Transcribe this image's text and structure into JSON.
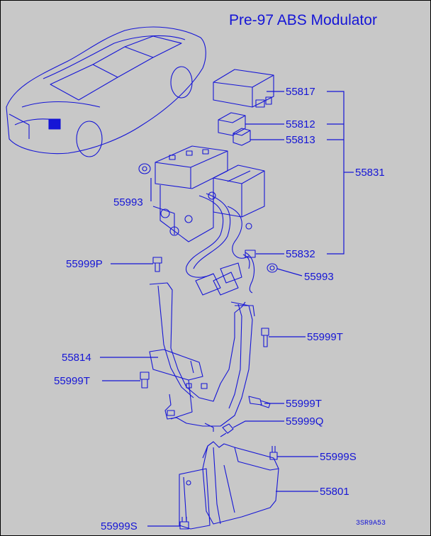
{
  "title": "Pre-97 ABS Modulator",
  "part_labels": {
    "p55817": "55817",
    "p55812": "55812",
    "p55813": "55813",
    "p55831": "55831",
    "p55993_a": "55993",
    "p55832": "55832",
    "p55993_b": "55993",
    "p55999P": "55999P",
    "p55999T_a": "55999T",
    "p55814": "55814",
    "p55999T_b": "55999T",
    "p55999T_c": "55999T",
    "p55999Q": "55999Q",
    "p55999S_a": "55999S",
    "p55801": "55801",
    "p55999S_b": "55999S"
  },
  "figure_code": "3SR9A53",
  "colors": {
    "ink": "#1515d6",
    "background": "#c8c8c8"
  }
}
